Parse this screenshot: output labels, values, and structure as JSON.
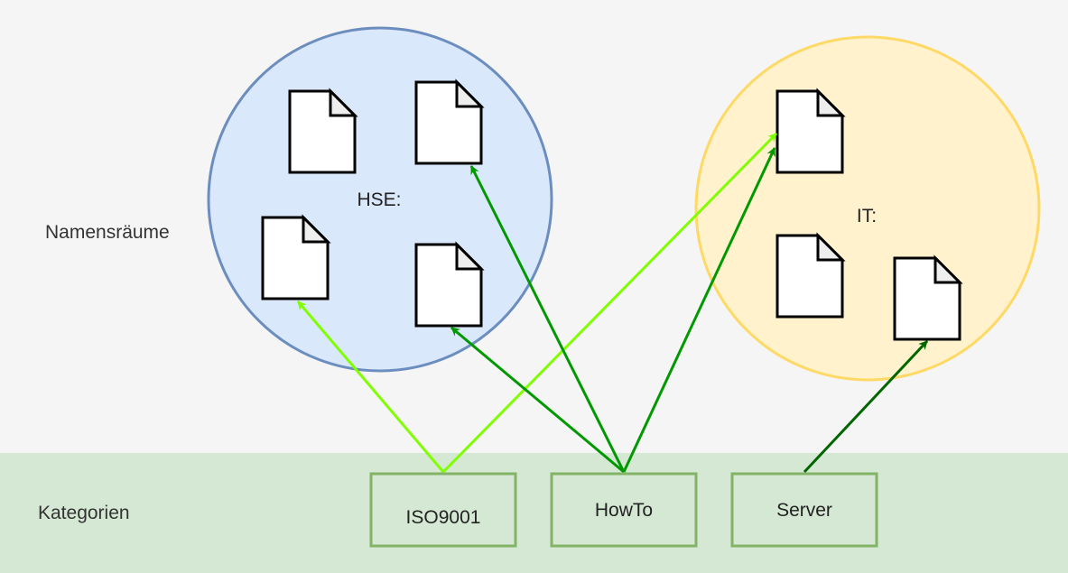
{
  "rows": {
    "namespaces_label": "Namensräume",
    "categories_label": "Kategorien"
  },
  "namespaces": [
    {
      "id": "hse",
      "label": "HSE:",
      "fill": "#dae8fc",
      "stroke": "#6c8ebf"
    },
    {
      "id": "it",
      "label": "IT:",
      "fill": "#fff2cc",
      "stroke": "#ffd966"
    }
  ],
  "categories": [
    {
      "id": "iso9001",
      "label": "ISO9001"
    },
    {
      "id": "howto",
      "label": "HowTo"
    },
    {
      "id": "server",
      "label": "Server"
    }
  ],
  "colors": {
    "namespace_band": "#f5f5f5",
    "category_band": "#d5e8d4",
    "category_box_stroke": "#82b366",
    "iso9001_arrow": "#80ff00",
    "howto_arrow": "#009900",
    "server_arrow": "#006600"
  }
}
